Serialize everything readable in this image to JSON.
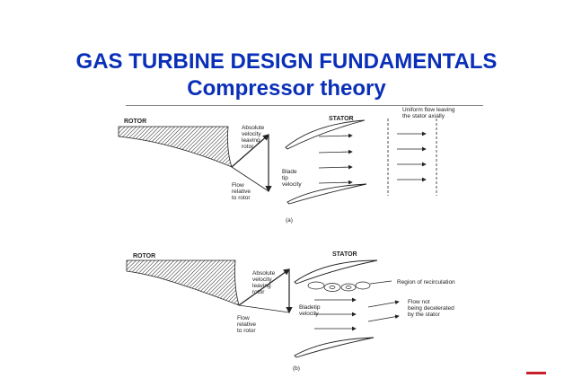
{
  "slide": {
    "title": "GAS TURBINE DESIGN FUNDAMENTALS",
    "subtitle": "Compressor theory"
  },
  "colors": {
    "title": "#0a2fb8",
    "accent": "#c8202a"
  },
  "diagram_a": {
    "rotor_label": "ROTOR",
    "stator_label": "STATOR",
    "abs_velocity": [
      "Absolute",
      "velocity",
      "leaving",
      "rotor"
    ],
    "blade_tip": [
      "Blade",
      "tip",
      "velocity"
    ],
    "flow_relative": [
      "Flow",
      "relative",
      "to rotor"
    ],
    "uniform_flow": [
      "Uniform flow leaving",
      "the stator axially"
    ],
    "caption": "(a)"
  },
  "diagram_b": {
    "rotor_label": "ROTOR",
    "stator_label": "STATOR",
    "abs_velocity": [
      "Absolute",
      "velocity",
      "leaving",
      "rotor"
    ],
    "bladetip": [
      "Bladetip",
      "velocity"
    ],
    "flow_relative": [
      "Flow",
      "relative",
      "to rotor"
    ],
    "recirculation": "Region of recirculation",
    "not_decelerated": [
      "Flow not",
      "being decelerated",
      "by the stator"
    ],
    "caption": "(b)"
  }
}
